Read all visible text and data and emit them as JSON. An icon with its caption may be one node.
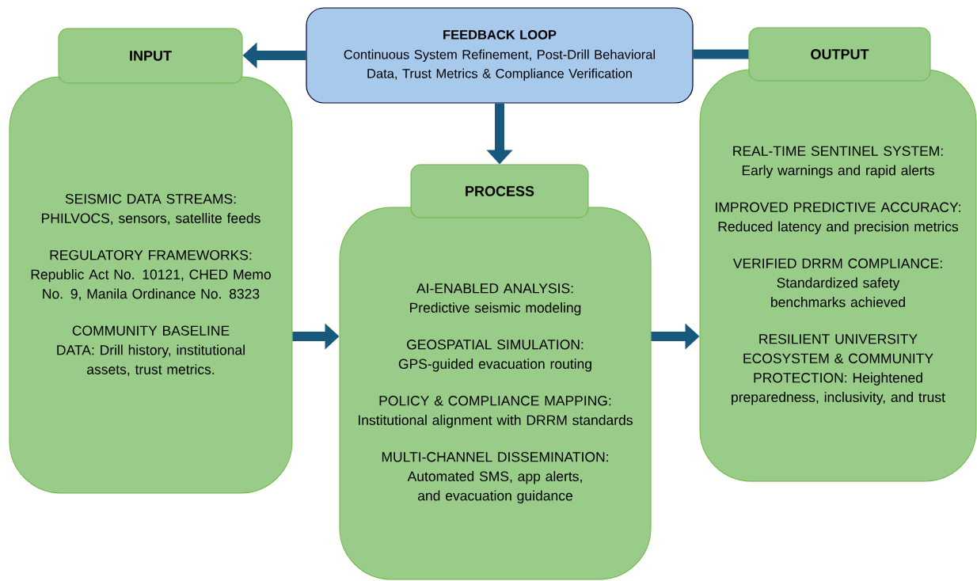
{
  "diagram": {
    "nodes": [
      {
        "text": [
          "FEEDBACK LOOP",
          "Continuous System Refinement, Post-Drill Behavioral Data, Trust Metrics & Compliance Verification"
        ]
      },
      {
        "text": [
          "INPUT"
        ]
      },
      {
        "text": [
          "SEISMIC DATA STREAMS: PHILVOCS, sensors, satellite feeds",
          "REGULATORY FRAMEWORKS: Republic Act No. 10121, CHED Memo No. 9, Manila Ordinance No. 8323",
          "COMMUNITY BASELINE DATA: Drill history, institutional assets, trust metrics."
        ]
      },
      {
        "text": [
          "PROCESS"
        ]
      },
      {
        "text": [
          "AI-ENABLED ANALYSIS: Predictive seismic modeling",
          "GEOSPATIAL SIMULATION: GPS-guided evacuation routing",
          "POLICY & COMPLIANCE MAPPING: Institutional alignment with DRRM standards",
          "MULTI-CHANNEL DISSEMINATION: Automated SMS, app alerts, and evacuation guidance"
        ]
      },
      {
        "text": [
          "OUTPUT"
        ]
      },
      {
        "text": [
          "REAL-TIME SENTINEL SYSTEM: Early warnings and rapid alerts",
          "IMPROVED PREDICTIVE ACCURACY: Reduced latency and precision metrics",
          "VERIFIED DRRM COMPLIANCE: Standardized safety benchmarks achieved",
          "RESILIENT UNIVERSITY ECOSYSTEM & COMMUNITY PROTECTION: Heightened preparedness, inclusivity, and trust"
        ]
      }
    ],
    "edges": [
      {
        "from": 5,
        "to": 0,
        "arrow": "none"
      },
      {
        "from": 0,
        "to": 1,
        "arrow": "to"
      },
      {
        "from": 0,
        "to": 3,
        "arrow": "to"
      },
      {
        "from": 2,
        "to": 4,
        "arrow": "to"
      },
      {
        "from": 4,
        "to": 6,
        "arrow": "to"
      }
    ]
  }
}
